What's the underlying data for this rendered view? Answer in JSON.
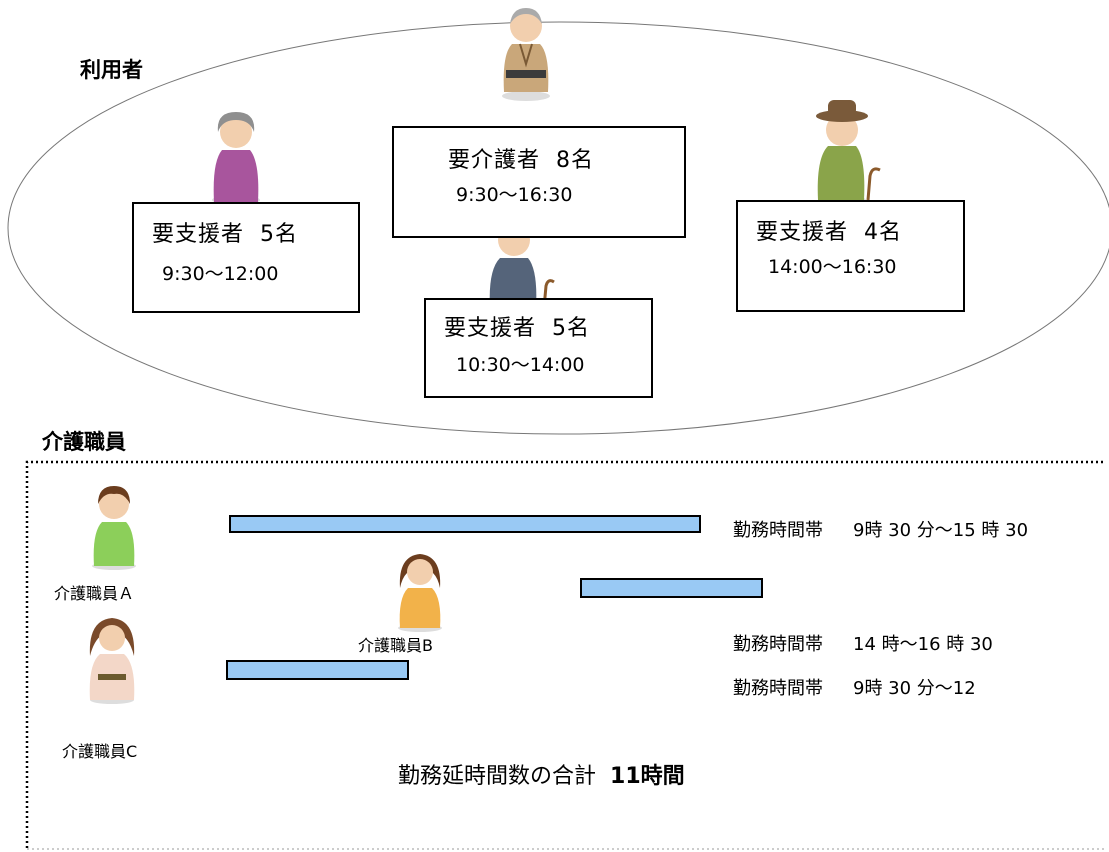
{
  "users": {
    "title": "利用者",
    "groups": [
      {
        "category": "要支援者",
        "count": "5名",
        "time": "9:30〜12:00"
      },
      {
        "category": "要介護者",
        "count": "8名",
        "time": "9:30〜16:30"
      },
      {
        "category": "要支援者",
        "count": "5名",
        "time": "10:30〜14:00"
      },
      {
        "category": "要支援者",
        "count": "4名",
        "time": "14:00〜16:30"
      }
    ]
  },
  "staff": {
    "title": "介護職員",
    "members": [
      {
        "name": "介護職員Ａ"
      },
      {
        "name": "介護職員B"
      },
      {
        "name": "介護職員C"
      }
    ],
    "shifts": [
      {
        "label": "勤務時間帯",
        "time": "9時 30 分〜15 時 30"
      },
      {
        "label": "勤務時間帯",
        "time": "14 時〜16 時 30"
      },
      {
        "label": "勤務時間帯",
        "time": "9時 30 分〜12"
      }
    ],
    "total_label": "勤務延時間数の合計",
    "total_value": "11時間"
  },
  "colors": {
    "bar": "#99c9f4",
    "border": "#000000"
  }
}
